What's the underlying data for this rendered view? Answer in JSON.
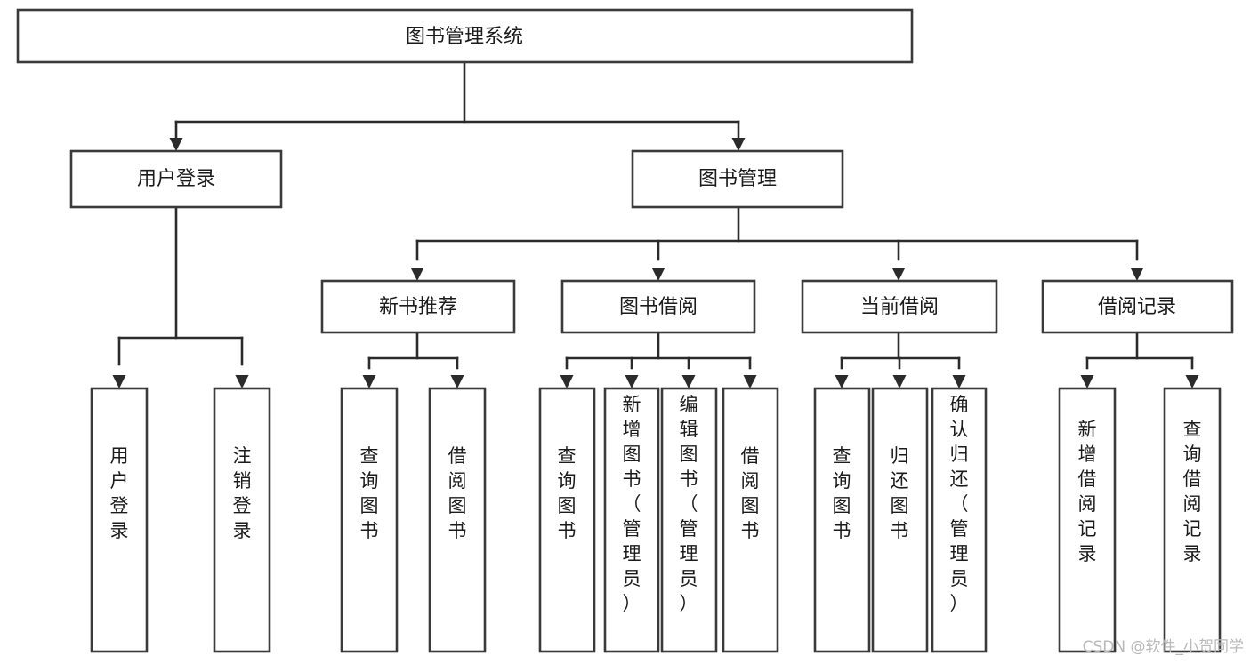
{
  "diagram": {
    "type": "tree-hierarchy-chart",
    "title": "图书管理系统",
    "orientation": "top-down",
    "colors": {
      "box_stroke": "#3a3a3a",
      "connector": "#2b2b2b",
      "background": "#ffffff",
      "text": "#1b1b1b",
      "watermark": "#b9b9b9"
    },
    "root": {
      "label": "图书管理系统",
      "level": 1
    },
    "level2": [
      {
        "label": "用户登录"
      },
      {
        "label": "图书管理"
      }
    ],
    "level3": [
      {
        "label": "新书推荐"
      },
      {
        "label": "图书借阅"
      },
      {
        "label": "当前借阅"
      },
      {
        "label": "借阅记录"
      }
    ],
    "leaves": {
      "user_login": [
        {
          "label": "用户登录"
        },
        {
          "label": "注销登录"
        }
      ],
      "new_book_recommend": [
        {
          "label": "查询图书"
        },
        {
          "label": "借阅图书"
        }
      ],
      "book_borrow": [
        {
          "label": "查询图书"
        },
        {
          "label": "新增图书（管理员）"
        },
        {
          "label": "编辑图书（管理员）"
        },
        {
          "label": "借阅图书"
        }
      ],
      "current_borrow": [
        {
          "label": "查询图书"
        },
        {
          "label": "归还图书"
        },
        {
          "label": "确认归还（管理员）"
        }
      ],
      "borrow_record": [
        {
          "label": "新增借阅记录"
        },
        {
          "label": "查询借阅记录"
        }
      ]
    },
    "watermark": "CSDN @软件_小贺同学"
  }
}
